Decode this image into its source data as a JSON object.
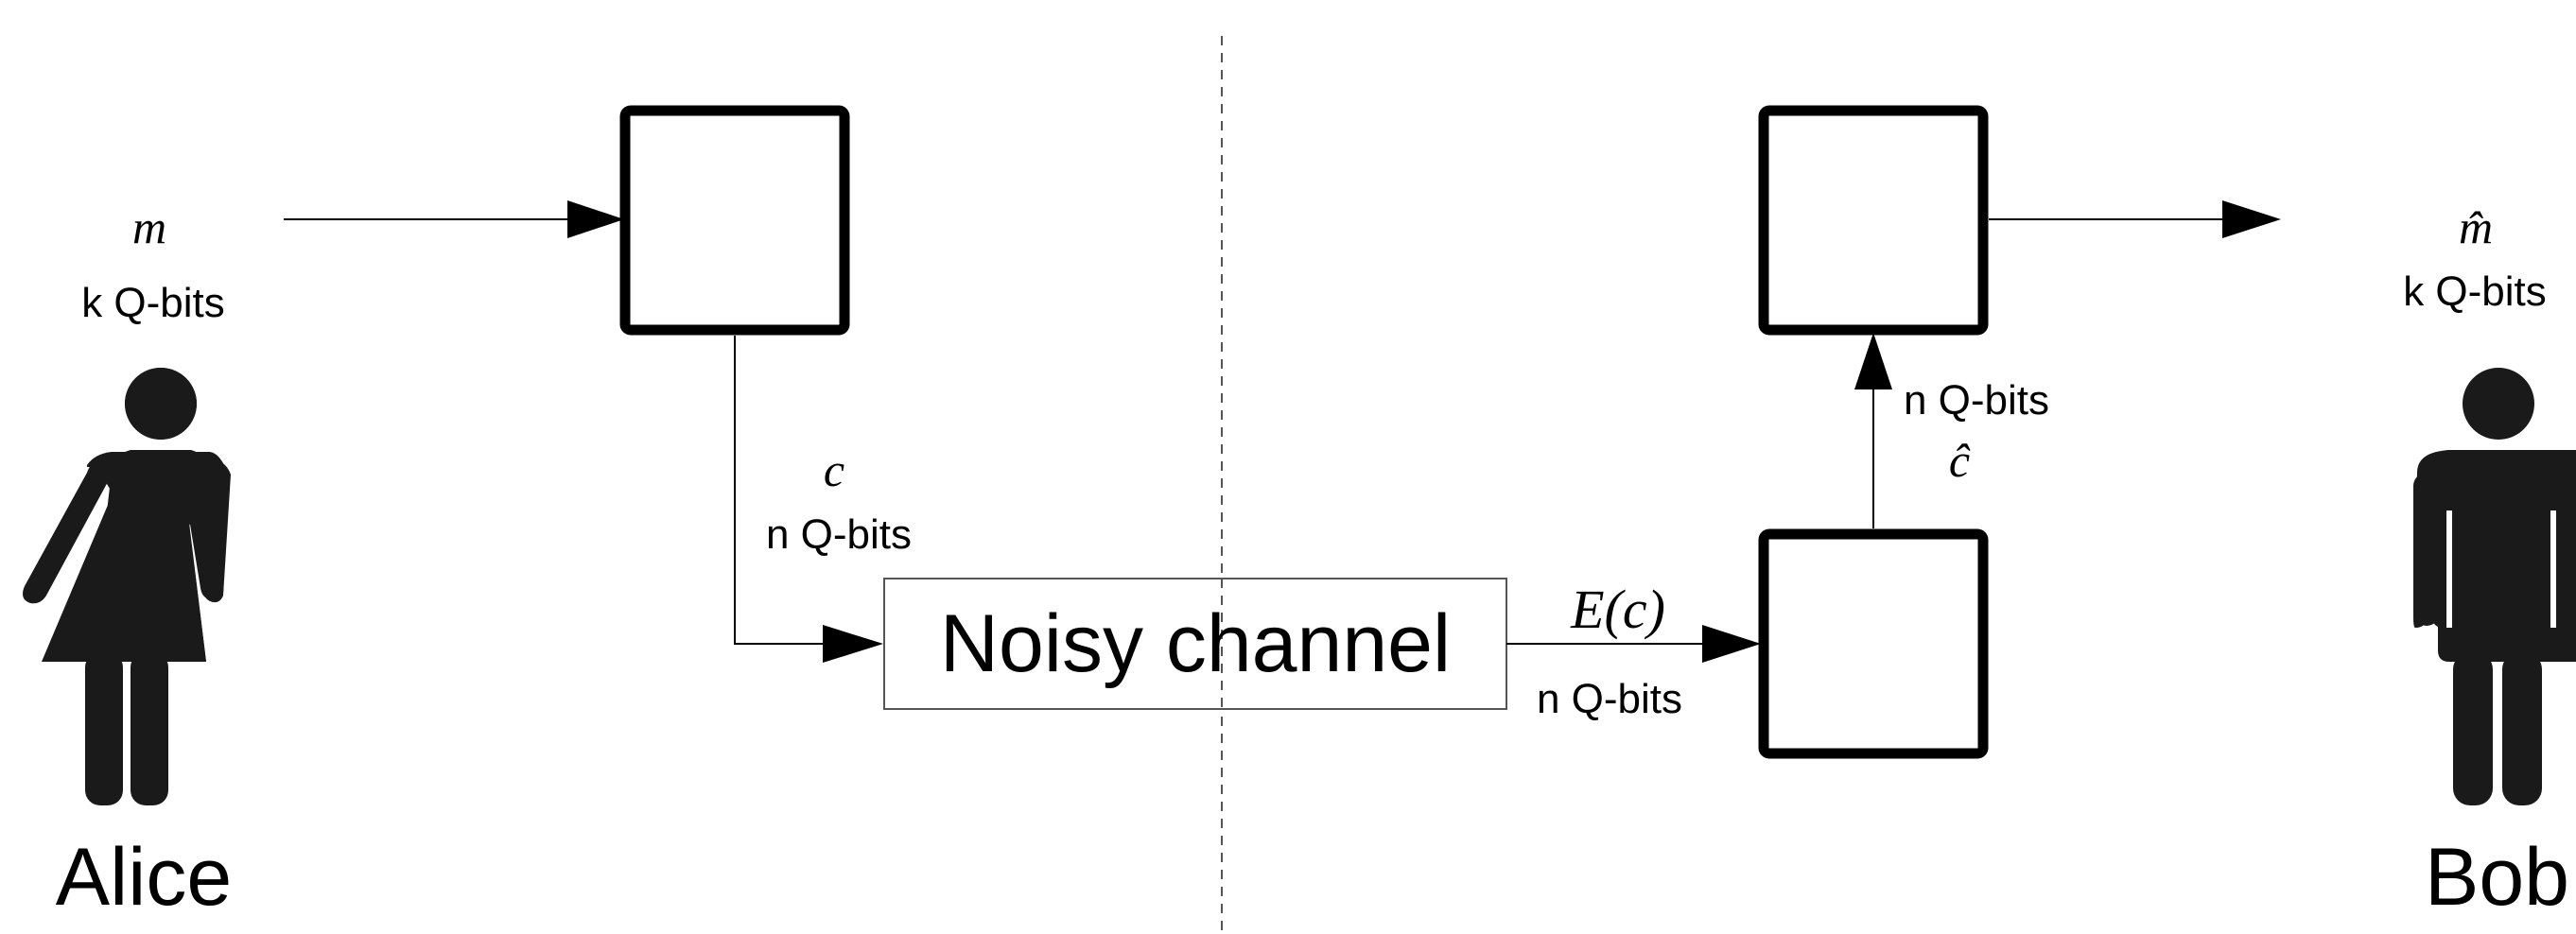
{
  "colors": {
    "ink": "#000000",
    "figure": "#1a1a1a",
    "divider": "#555555",
    "channel_border": "#555555",
    "background": "#ffffff"
  },
  "alice": {
    "label": "Alice",
    "message_symbol": "m",
    "message_size": "k Q-bits",
    "icon": "woman-icon"
  },
  "bob": {
    "label": "Bob",
    "message_symbol": "m̂",
    "message_size": "k Q-bits",
    "icon": "man-icon"
  },
  "encoder_output": {
    "symbol": "c",
    "size": "n Q-bits"
  },
  "channel": {
    "label": "Noisy channel"
  },
  "channel_output": {
    "symbol": "E(c)",
    "size": "n Q-bits"
  },
  "correction_output": {
    "symbol": "ĉ",
    "size": "n Q-bits"
  }
}
